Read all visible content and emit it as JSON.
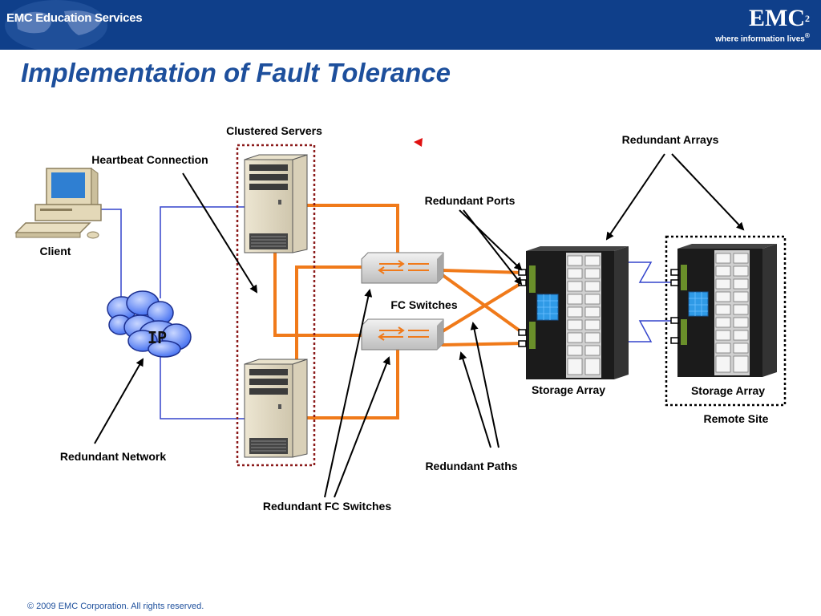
{
  "header": {
    "brand_left": "EMC Education Services",
    "logo": "EMC",
    "logo_sup": "2",
    "tagline": "where information lives",
    "tagline_mark": "®"
  },
  "title": "Implementation of Fault Tolerance",
  "labels": {
    "clustered_servers": "Clustered Servers",
    "heartbeat": "Heartbeat Connection",
    "client": "Client",
    "ip": "IP",
    "redundant_network": "Redundant Network",
    "redundant_ports": "Redundant Ports",
    "fc_switches": "FC Switches",
    "redundant_fc_switches": "Redundant FC Switches",
    "redundant_paths": "Redundant Paths",
    "redundant_arrays": "Redundant Arrays",
    "storage_array_local": "Storage Array",
    "storage_array_remote": "Storage Array",
    "remote_site": "Remote Site"
  },
  "colors": {
    "header_bg": "#0f3f8a",
    "title": "#1d4f9c",
    "fc_link": "#f07a1a",
    "ip_link": "#3344cc",
    "cluster_border": "#8b1a1a"
  },
  "icons": [
    "globe-icon",
    "client-computer-icon",
    "ip-cloud-icon",
    "server-icon",
    "fc-switch-icon",
    "storage-array-icon",
    "pointer-icon"
  ],
  "footer": "© 2009 EMC Corporation. All rights reserved."
}
